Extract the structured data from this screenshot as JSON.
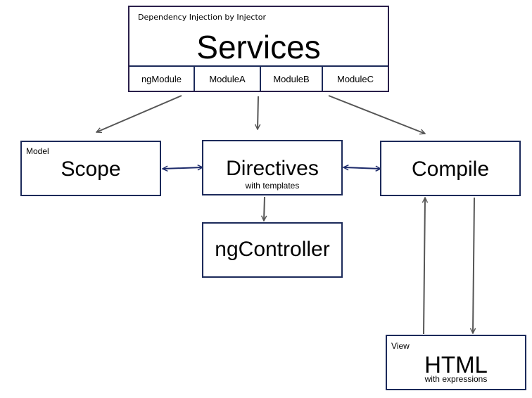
{
  "services": {
    "caption": "Dependency Injection by Injector",
    "title": "Services",
    "modules": [
      "ngModule",
      "ModuleA",
      "ModuleB",
      "ModuleC"
    ]
  },
  "scope": {
    "caption": "Model",
    "title": "Scope"
  },
  "directives": {
    "title": "Directives",
    "subtitle": "with templates"
  },
  "compile": {
    "title": "Compile"
  },
  "ngcontroller": {
    "title": "ngController"
  },
  "html": {
    "caption": "View",
    "title": "HTML",
    "subtitle": "with expressions"
  },
  "colors": {
    "box_border": "#1c2a5a",
    "gray_arrow": "#555555",
    "bidirectional_arrow": "#1c2a6a"
  }
}
